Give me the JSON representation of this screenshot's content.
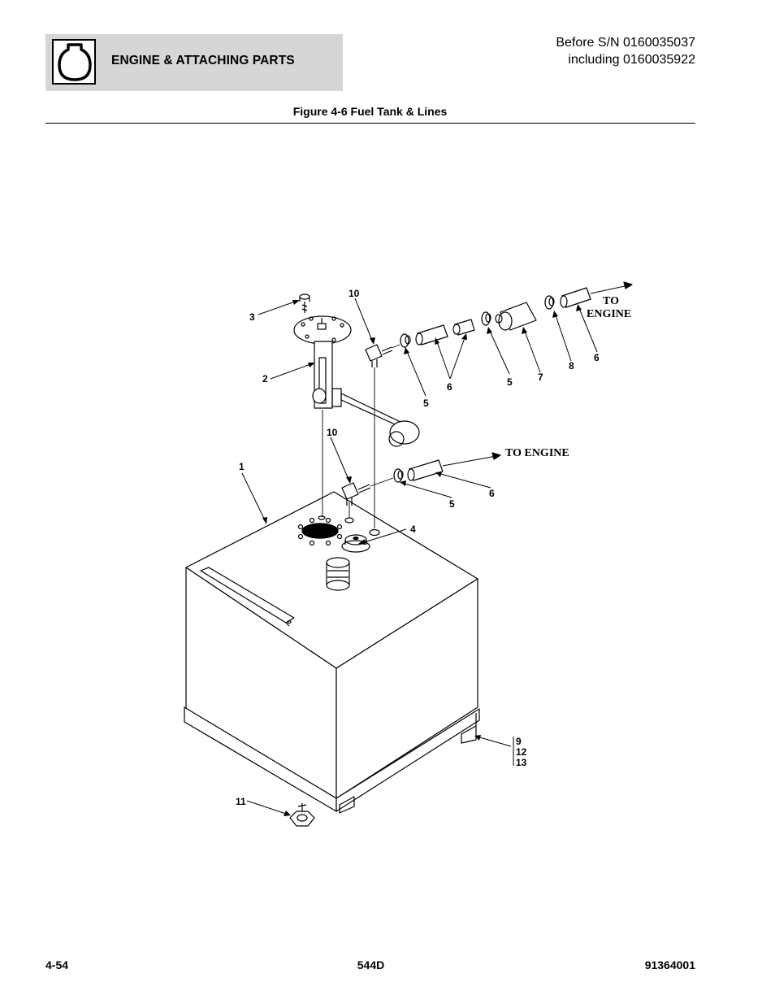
{
  "header": {
    "section_icon": "engine-section-icon",
    "section_title": "ENGINE & ATTACHING PARTS",
    "serial_line1": "Before S/N 0160035037",
    "serial_line2": "including 0160035922"
  },
  "figure": {
    "title": "Figure 4-6 Fuel Tank & Lines",
    "callouts": [
      "1",
      "2",
      "3",
      "4",
      "5",
      "5",
      "5",
      "6",
      "6",
      "6",
      "7",
      "8",
      "9",
      "10",
      "10",
      "11",
      "12",
      "13"
    ],
    "notes": {
      "to_engine_upper_line1": "TO",
      "to_engine_upper_line2": "ENGINE",
      "to_engine_lower": "TO ENGINE"
    }
  },
  "footer": {
    "page_number": "4-54",
    "model": "544D",
    "doc_number": "91364001"
  }
}
